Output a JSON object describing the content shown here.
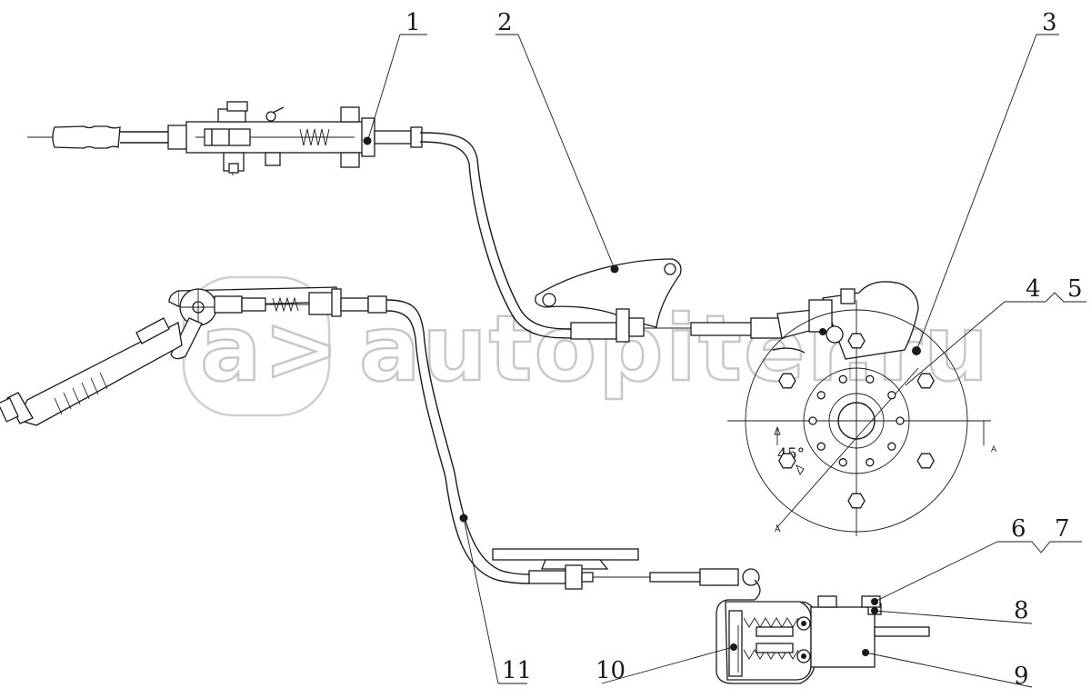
{
  "watermark": {
    "logo_glyph": "a>",
    "text": "autopiter.ru",
    "color": "#c8c8c8"
  },
  "diagram": {
    "angle_label": "45°",
    "section_marks": [
      "A",
      "A"
    ],
    "callouts": [
      {
        "id": "1",
        "label": "1"
      },
      {
        "id": "2",
        "label": "2"
      },
      {
        "id": "3",
        "label": "3"
      },
      {
        "id": "4",
        "label": "4"
      },
      {
        "id": "5",
        "label": "5"
      },
      {
        "id": "6",
        "label": "6"
      },
      {
        "id": "7",
        "label": "7"
      },
      {
        "id": "8",
        "label": "8"
      },
      {
        "id": "9",
        "label": "9"
      },
      {
        "id": "10",
        "label": "10"
      },
      {
        "id": "11",
        "label": "11"
      }
    ]
  },
  "colors": {
    "ink": "#1a1a1a",
    "background": "#ffffff"
  }
}
